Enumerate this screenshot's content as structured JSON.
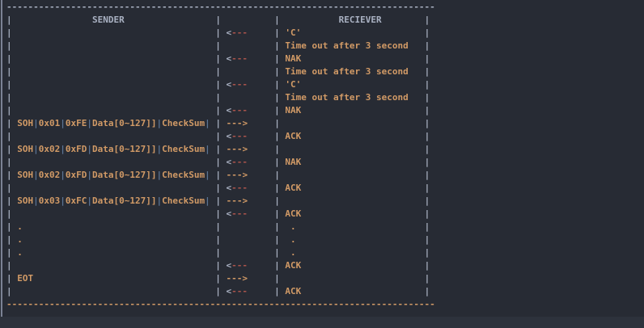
{
  "palette": {
    "background": "#272b34",
    "bottom_strip": "#2d323c",
    "window_edge": "#7b8294",
    "text_colors": {
      "g": "#a9b1c2",
      "o": "#d19a66",
      "r": "#a8534b",
      "b": "#5b7494"
    }
  },
  "diagram": {
    "lines": [
      {
        "name": "top-border",
        "runs": [
          [
            0,
            "g",
            "--------------------------------------------------------------------------------"
          ]
        ]
      },
      {
        "name": "column-headers",
        "runs": [
          [
            0,
            "g",
            "|"
          ],
          [
            16,
            "g",
            "SENDER"
          ],
          [
            39,
            "g",
            "|"
          ],
          [
            50,
            "g",
            "|"
          ],
          [
            62,
            "g",
            "RECIEVER"
          ],
          [
            78,
            "g",
            "|"
          ]
        ]
      },
      {
        "name": "recv-c-1",
        "runs": [
          [
            0,
            "g",
            "|"
          ],
          [
            39,
            "g",
            "|"
          ],
          [
            41,
            "g",
            "<"
          ],
          [
            42,
            "r",
            "---"
          ],
          [
            50,
            "g",
            "|"
          ],
          [
            52,
            "o",
            "'C'"
          ],
          [
            78,
            "g",
            "|"
          ]
        ]
      },
      {
        "name": "timeout-1",
        "runs": [
          [
            0,
            "g",
            "|"
          ],
          [
            39,
            "g",
            "|"
          ],
          [
            50,
            "g",
            "|"
          ],
          [
            52,
            "o",
            "Time out after 3 second"
          ],
          [
            78,
            "g",
            "|"
          ]
        ]
      },
      {
        "name": "recv-nak-1",
        "runs": [
          [
            0,
            "g",
            "|"
          ],
          [
            39,
            "g",
            "|"
          ],
          [
            41,
            "g",
            "<"
          ],
          [
            42,
            "r",
            "---"
          ],
          [
            50,
            "g",
            "|"
          ],
          [
            52,
            "o",
            "NAK"
          ],
          [
            78,
            "g",
            "|"
          ]
        ]
      },
      {
        "name": "timeout-2",
        "runs": [
          [
            0,
            "g",
            "|"
          ],
          [
            39,
            "g",
            "|"
          ],
          [
            50,
            "g",
            "|"
          ],
          [
            52,
            "o",
            "Time out after 3 second"
          ],
          [
            78,
            "g",
            "|"
          ]
        ]
      },
      {
        "name": "recv-c-2",
        "runs": [
          [
            0,
            "g",
            "|"
          ],
          [
            39,
            "g",
            "|"
          ],
          [
            41,
            "g",
            "<"
          ],
          [
            42,
            "r",
            "---"
          ],
          [
            50,
            "g",
            "|"
          ],
          [
            52,
            "o",
            "'C'"
          ],
          [
            78,
            "g",
            "|"
          ]
        ]
      },
      {
        "name": "timeout-3",
        "runs": [
          [
            0,
            "g",
            "|"
          ],
          [
            39,
            "g",
            "|"
          ],
          [
            50,
            "g",
            "|"
          ],
          [
            52,
            "o",
            "Time out after 3 second"
          ],
          [
            78,
            "g",
            "|"
          ]
        ]
      },
      {
        "name": "recv-nak-2",
        "runs": [
          [
            0,
            "g",
            "|"
          ],
          [
            39,
            "g",
            "|"
          ],
          [
            41,
            "g",
            "<"
          ],
          [
            42,
            "r",
            "---"
          ],
          [
            50,
            "g",
            "|"
          ],
          [
            52,
            "o",
            "NAK"
          ],
          [
            78,
            "g",
            "|"
          ]
        ]
      },
      {
        "name": "packet-1",
        "runs": [
          [
            0,
            "g",
            "|"
          ],
          [
            2,
            "o",
            "SOH"
          ],
          [
            5,
            "b",
            "|"
          ],
          [
            6,
            "o",
            "0x01"
          ],
          [
            10,
            "b",
            "|"
          ],
          [
            11,
            "o",
            "0xFE"
          ],
          [
            15,
            "b",
            "|"
          ],
          [
            16,
            "o",
            "Data[0~127]]"
          ],
          [
            28,
            "b",
            "|"
          ],
          [
            29,
            "o",
            "CheckSum"
          ],
          [
            37,
            "b",
            "|"
          ],
          [
            39,
            "g",
            "|"
          ],
          [
            41,
            "o",
            "--->"
          ],
          [
            50,
            "g",
            "|"
          ],
          [
            78,
            "g",
            "|"
          ]
        ]
      },
      {
        "name": "recv-ack-1",
        "runs": [
          [
            0,
            "g",
            "|"
          ],
          [
            39,
            "g",
            "|"
          ],
          [
            41,
            "g",
            "<"
          ],
          [
            42,
            "r",
            "---"
          ],
          [
            50,
            "g",
            "|"
          ],
          [
            52,
            "o",
            "ACK"
          ],
          [
            78,
            "g",
            "|"
          ]
        ]
      },
      {
        "name": "packet-2",
        "runs": [
          [
            0,
            "g",
            "|"
          ],
          [
            2,
            "o",
            "SOH"
          ],
          [
            5,
            "b",
            "|"
          ],
          [
            6,
            "o",
            "0x02"
          ],
          [
            10,
            "b",
            "|"
          ],
          [
            11,
            "o",
            "0xFD"
          ],
          [
            15,
            "b",
            "|"
          ],
          [
            16,
            "o",
            "Data[0~127]]"
          ],
          [
            28,
            "b",
            "|"
          ],
          [
            29,
            "o",
            "CheckSum"
          ],
          [
            37,
            "b",
            "|"
          ],
          [
            39,
            "g",
            "|"
          ],
          [
            41,
            "o",
            "--->"
          ],
          [
            50,
            "g",
            "|"
          ],
          [
            78,
            "g",
            "|"
          ]
        ]
      },
      {
        "name": "recv-nak-3",
        "runs": [
          [
            0,
            "g",
            "|"
          ],
          [
            39,
            "g",
            "|"
          ],
          [
            41,
            "g",
            "<"
          ],
          [
            42,
            "r",
            "---"
          ],
          [
            50,
            "g",
            "|"
          ],
          [
            52,
            "o",
            "NAK"
          ],
          [
            78,
            "g",
            "|"
          ]
        ]
      },
      {
        "name": "packet-2-retry",
        "runs": [
          [
            0,
            "g",
            "|"
          ],
          [
            2,
            "o",
            "SOH"
          ],
          [
            5,
            "b",
            "|"
          ],
          [
            6,
            "o",
            "0x02"
          ],
          [
            10,
            "b",
            "|"
          ],
          [
            11,
            "o",
            "0xFD"
          ],
          [
            15,
            "b",
            "|"
          ],
          [
            16,
            "o",
            "Data[0~127]]"
          ],
          [
            28,
            "b",
            "|"
          ],
          [
            29,
            "o",
            "CheckSum"
          ],
          [
            37,
            "b",
            "|"
          ],
          [
            39,
            "g",
            "|"
          ],
          [
            41,
            "o",
            "--->"
          ],
          [
            50,
            "g",
            "|"
          ],
          [
            78,
            "g",
            "|"
          ]
        ]
      },
      {
        "name": "recv-ack-2",
        "runs": [
          [
            0,
            "g",
            "|"
          ],
          [
            39,
            "g",
            "|"
          ],
          [
            41,
            "g",
            "<"
          ],
          [
            42,
            "r",
            "---"
          ],
          [
            50,
            "g",
            "|"
          ],
          [
            52,
            "o",
            "ACK"
          ],
          [
            78,
            "g",
            "|"
          ]
        ]
      },
      {
        "name": "packet-3",
        "runs": [
          [
            0,
            "g",
            "|"
          ],
          [
            2,
            "o",
            "SOH"
          ],
          [
            5,
            "b",
            "|"
          ],
          [
            6,
            "o",
            "0x03"
          ],
          [
            10,
            "b",
            "|"
          ],
          [
            11,
            "o",
            "0xFC"
          ],
          [
            15,
            "b",
            "|"
          ],
          [
            16,
            "o",
            "Data[0~127]]"
          ],
          [
            28,
            "b",
            "|"
          ],
          [
            29,
            "o",
            "CheckSum"
          ],
          [
            37,
            "b",
            "|"
          ],
          [
            39,
            "g",
            "|"
          ],
          [
            41,
            "o",
            "--->"
          ],
          [
            50,
            "g",
            "|"
          ],
          [
            78,
            "g",
            "|"
          ]
        ]
      },
      {
        "name": "recv-ack-3",
        "runs": [
          [
            0,
            "g",
            "|"
          ],
          [
            39,
            "g",
            "|"
          ],
          [
            41,
            "g",
            "<"
          ],
          [
            42,
            "r",
            "---"
          ],
          [
            50,
            "g",
            "|"
          ],
          [
            52,
            "o",
            "ACK"
          ],
          [
            78,
            "g",
            "|"
          ]
        ]
      },
      {
        "name": "ellipsis-1",
        "runs": [
          [
            0,
            "g",
            "|"
          ],
          [
            2,
            "o",
            "."
          ],
          [
            39,
            "g",
            "|"
          ],
          [
            50,
            "g",
            "|"
          ],
          [
            53,
            "o",
            "."
          ],
          [
            78,
            "g",
            "|"
          ]
        ]
      },
      {
        "name": "ellipsis-2",
        "runs": [
          [
            0,
            "g",
            "|"
          ],
          [
            2,
            "o",
            "."
          ],
          [
            39,
            "g",
            "|"
          ],
          [
            50,
            "g",
            "|"
          ],
          [
            53,
            "o",
            "."
          ],
          [
            78,
            "g",
            "|"
          ]
        ]
      },
      {
        "name": "ellipsis-3",
        "runs": [
          [
            0,
            "g",
            "|"
          ],
          [
            2,
            "o",
            "."
          ],
          [
            39,
            "g",
            "|"
          ],
          [
            50,
            "g",
            "|"
          ],
          [
            53,
            "o",
            "."
          ],
          [
            78,
            "g",
            "|"
          ]
        ]
      },
      {
        "name": "recv-ack-4",
        "runs": [
          [
            0,
            "g",
            "|"
          ],
          [
            39,
            "g",
            "|"
          ],
          [
            41,
            "g",
            "<"
          ],
          [
            42,
            "r",
            "---"
          ],
          [
            50,
            "g",
            "|"
          ],
          [
            52,
            "o",
            "ACK"
          ],
          [
            78,
            "g",
            "|"
          ]
        ]
      },
      {
        "name": "eot",
        "runs": [
          [
            0,
            "g",
            "|"
          ],
          [
            2,
            "o",
            "EOT"
          ],
          [
            39,
            "g",
            "|"
          ],
          [
            41,
            "o",
            "--->"
          ],
          [
            50,
            "g",
            "|"
          ],
          [
            78,
            "g",
            "|"
          ]
        ]
      },
      {
        "name": "recv-ack-5",
        "runs": [
          [
            0,
            "g",
            "|"
          ],
          [
            39,
            "g",
            "|"
          ],
          [
            41,
            "g",
            "<"
          ],
          [
            42,
            "r",
            "---"
          ],
          [
            50,
            "g",
            "|"
          ],
          [
            52,
            "o",
            "ACK"
          ],
          [
            78,
            "g",
            "|"
          ]
        ]
      },
      {
        "name": "bottom-border",
        "runs": [
          [
            0,
            "o",
            "--------------------------------------------------------------------------------"
          ]
        ]
      }
    ]
  }
}
